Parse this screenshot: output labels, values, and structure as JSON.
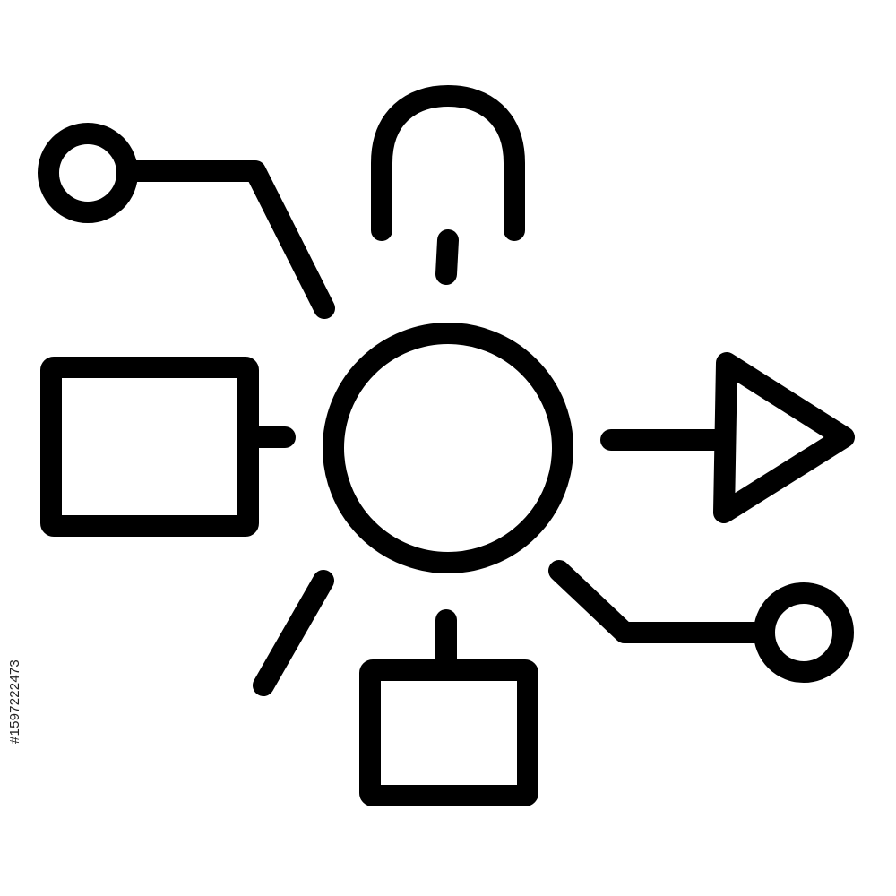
{
  "diagram": {
    "title": "",
    "stroke_color": "#000000",
    "background_color": "#ffffff",
    "nodes": [
      {
        "id": "central-hub",
        "shape": "circle"
      },
      {
        "id": "left-box",
        "shape": "rectangle"
      },
      {
        "id": "bottom-box",
        "shape": "rectangle"
      },
      {
        "id": "right-arrow-head",
        "shape": "triangle"
      },
      {
        "id": "top-left-terminal",
        "shape": "circle"
      },
      {
        "id": "bottom-right-terminal",
        "shape": "circle"
      },
      {
        "id": "top-arch",
        "shape": "arch"
      }
    ],
    "connectors": [
      {
        "from": "left-box",
        "to": "central-hub",
        "style": "stub"
      },
      {
        "from": "central-hub",
        "to": "right-arrow-head",
        "style": "straight"
      },
      {
        "from": "top-left-terminal",
        "to": "central-hub",
        "style": "elbow"
      },
      {
        "from": "central-hub",
        "to": "bottom-right-terminal",
        "style": "elbow"
      },
      {
        "from": "top-arch",
        "to": "central-hub",
        "style": "dash"
      },
      {
        "from": "central-hub",
        "to": "bottom-box",
        "style": "stub"
      },
      {
        "from": "central-hub",
        "to": "bottom-left",
        "style": "dash"
      }
    ]
  },
  "watermark": {
    "stock_id": "#1597222473"
  }
}
